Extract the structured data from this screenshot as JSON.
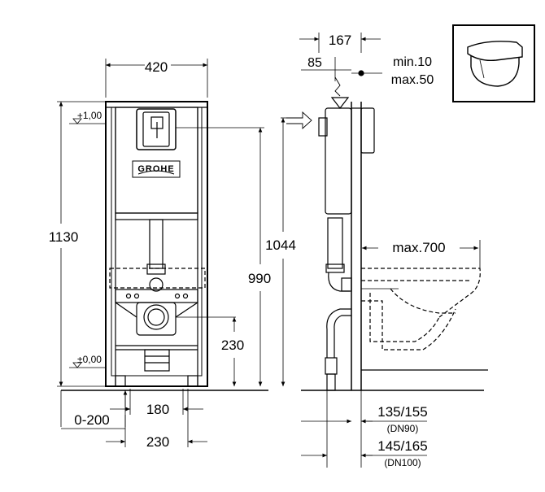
{
  "brand": {
    "logo_text": "GROHE"
  },
  "front_view": {
    "width_label": "420",
    "height_label": "1130",
    "level_top": "+1,00",
    "level_bottom": "±0,00",
    "flush_height": "1044",
    "outlet_height": "990",
    "drain_height": "230",
    "foot_adjust": "0-200",
    "foot_spacing_inner": "180",
    "foot_spacing_outer": "230"
  },
  "side_view": {
    "depth": "167",
    "offset": "85",
    "wall_min": "min.10",
    "wall_max": "max.50",
    "bowl_reach": "max.700",
    "dn90_size": "135/155",
    "dn90_label": "(DN90)",
    "dn100_size": "145/165",
    "dn100_label": "(DN100)"
  }
}
